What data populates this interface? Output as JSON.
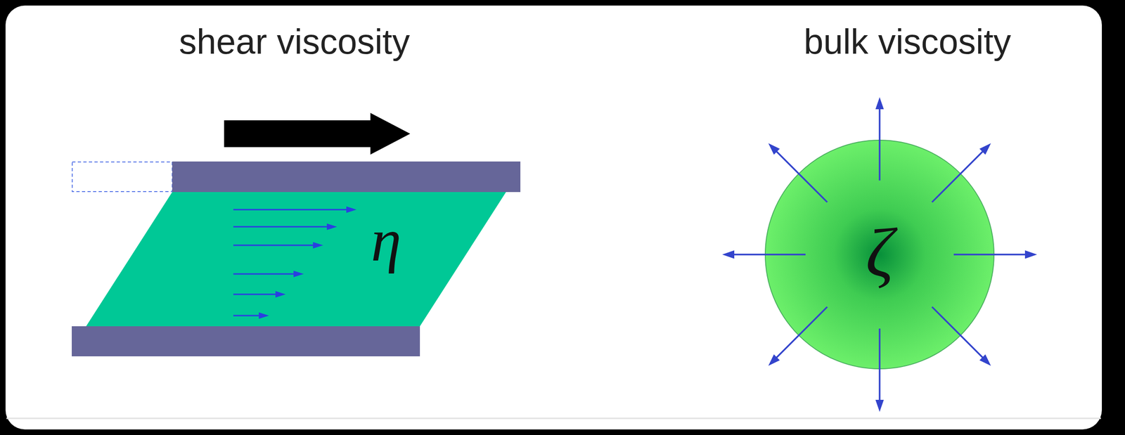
{
  "diagram": {
    "nodes": [
      {
        "text": [
          "η"
        ]
      },
      {
        "text": [
          "ζ"
        ]
      }
    ],
    "labels": [
      "shear viscosity",
      "bulk viscosity"
    ]
  }
}
